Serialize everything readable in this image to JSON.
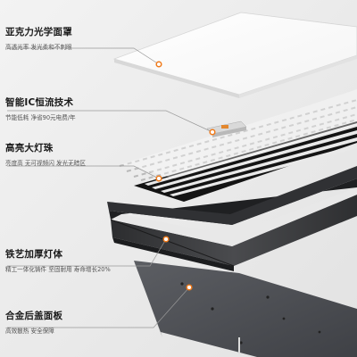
{
  "colors": {
    "background": "#ececec",
    "accent": "#f07a1a",
    "frame": "#3a3b3d",
    "panel": "#4e5055",
    "diffuser": "#ffffff"
  },
  "callouts": [
    {
      "id": "acrylic-cover",
      "title": "亚克力光学面罩",
      "desc": "高透光率 发光柔和不刺眼"
    },
    {
      "id": "ic-driver",
      "title": "智能IC恒流技术",
      "desc": "节能低耗 净省90元电费/年"
    },
    {
      "id": "led-beads",
      "title": "高亮大灯珠",
      "desc": "亮度高 无可视频闪 发光无暗区"
    },
    {
      "id": "iron-body",
      "title": "铁艺加厚灯体",
      "desc": "精工一体化铸件 坚固耐用 寿命增长20%"
    },
    {
      "id": "back-panel",
      "title": "合金后盖面板",
      "desc": "高效散热 安全保障"
    }
  ]
}
